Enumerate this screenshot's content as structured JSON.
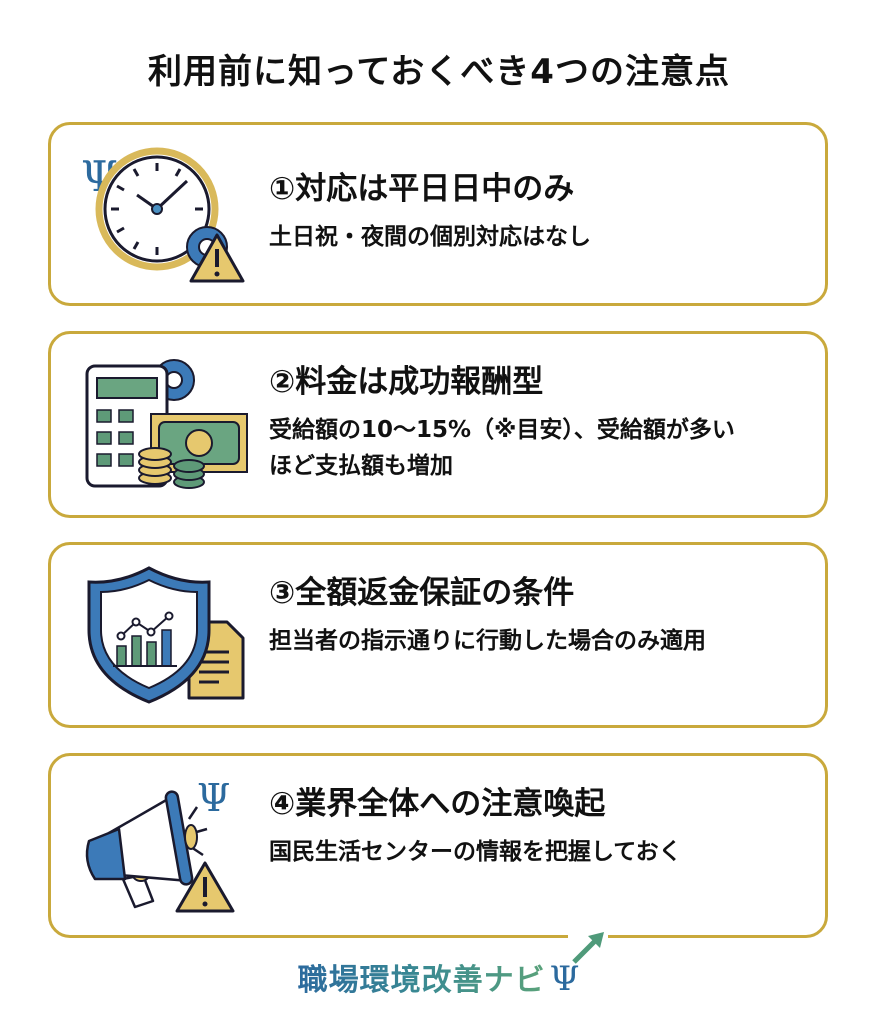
{
  "page": {
    "title": "利用前に知っておくべき4つの注意点"
  },
  "cards": [
    {
      "title": "①対応は平日日中のみ",
      "description": "土日祝・夜間の個別対応はなし",
      "icon": "clock-gear-warning-icon"
    },
    {
      "title": "②料金は成功報酬型",
      "description": "受給額の10〜15%（※目安）、受給額が多いほど支払額も増加",
      "icon": "calculator-money-icon"
    },
    {
      "title": "③全額返金保証の条件",
      "description": "担当者の指示通りに行動した場合のみ適用",
      "icon": "shield-chart-document-icon"
    },
    {
      "title": "④業界全体への注意喚起",
      "description": "国民生活センターの情報を把握しておく",
      "icon": "megaphone-warning-icon"
    }
  ],
  "footer": {
    "brand": "職場環境改善ナビ",
    "symbol": "Ψ"
  },
  "colors": {
    "border_gold": "#c9a93c",
    "accent_blue": "#2c6a9e",
    "accent_green": "#5aa27a",
    "icon_yellow": "#e6c86e",
    "icon_green": "#5e9a78"
  }
}
